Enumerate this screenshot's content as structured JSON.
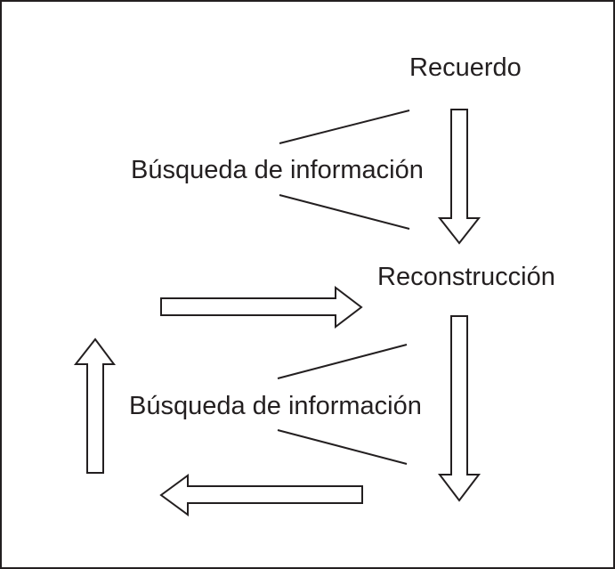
{
  "diagram": {
    "nodes": {
      "recuerdo": "Recuerdo",
      "busqueda_top": "Búsqueda de información",
      "reconstruccion": "Reconstrucción",
      "busqueda_bottom": "Búsqueda de información"
    },
    "colors": {
      "stroke": "#231f20",
      "background": "#ffffff"
    }
  }
}
